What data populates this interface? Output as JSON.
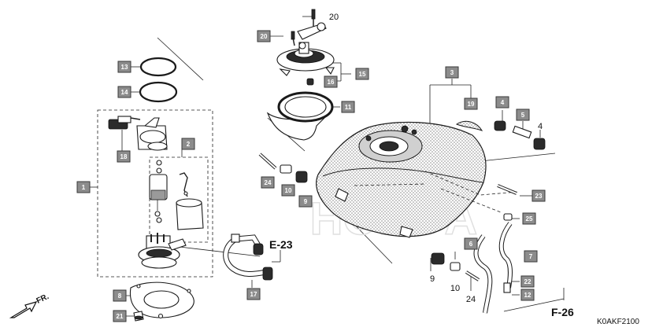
{
  "diagram": {
    "boxed_callouts": [
      {
        "id": "c1",
        "label": "1"
      },
      {
        "id": "c2",
        "label": "2"
      },
      {
        "id": "c3",
        "label": "3"
      },
      {
        "id": "c4",
        "label": "4"
      },
      {
        "id": "c5",
        "label": "5"
      },
      {
        "id": "c6",
        "label": "6"
      },
      {
        "id": "c7",
        "label": "7"
      },
      {
        "id": "c8",
        "label": "8"
      },
      {
        "id": "c9",
        "label": "9"
      },
      {
        "id": "c10",
        "label": "10"
      },
      {
        "id": "c11",
        "label": "11"
      },
      {
        "id": "c12",
        "label": "12"
      },
      {
        "id": "c13",
        "label": "13"
      },
      {
        "id": "c14",
        "label": "14"
      },
      {
        "id": "c15",
        "label": "15"
      },
      {
        "id": "c16",
        "label": "16"
      },
      {
        "id": "c17",
        "label": "17"
      },
      {
        "id": "c18",
        "label": "18"
      },
      {
        "id": "c19",
        "label": "19"
      },
      {
        "id": "c20",
        "label": "20"
      },
      {
        "id": "c21",
        "label": "21"
      },
      {
        "id": "c22",
        "label": "22"
      },
      {
        "id": "c23",
        "label": "23"
      },
      {
        "id": "c24",
        "label": "24"
      },
      {
        "id": "c25",
        "label": "25"
      }
    ],
    "plain_callouts": [
      {
        "id": "p20",
        "label": "20"
      },
      {
        "id": "p4",
        "label": "4"
      },
      {
        "id": "p9",
        "label": "9"
      },
      {
        "id": "p10",
        "label": "10"
      },
      {
        "id": "p24",
        "label": "24"
      }
    ],
    "references": [
      {
        "id": "e23",
        "label": "E-23"
      },
      {
        "id": "f26",
        "label": "F-26"
      }
    ],
    "direction_label": "FR.",
    "diagram_code": "K0AKF2100",
    "watermark_text": "HONDA"
  }
}
